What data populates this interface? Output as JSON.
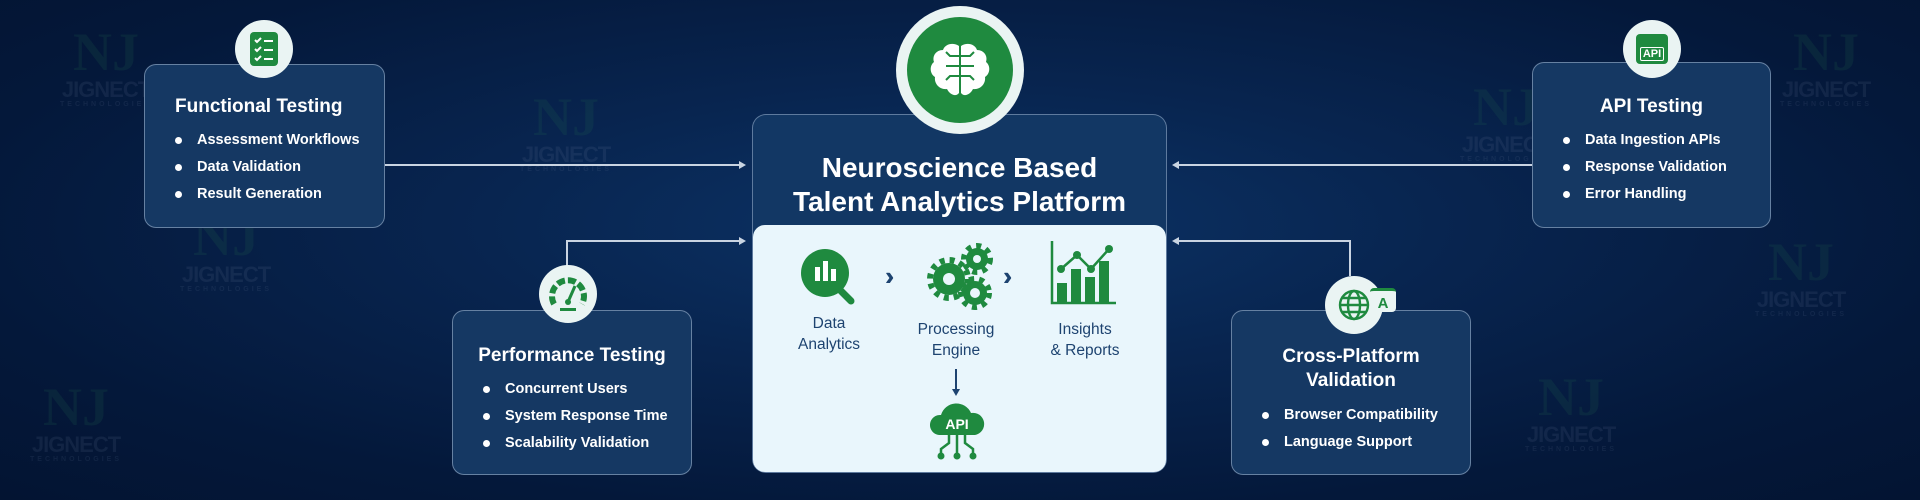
{
  "watermark": {
    "brand": "JIGNECT",
    "sub": "TECHNOLOGIES"
  },
  "center": {
    "title_line1": "Neuroscience Based",
    "title_line2": "Talent Analytics Platform",
    "steps": [
      {
        "label_line1": "Data",
        "label_line2": "Analytics"
      },
      {
        "label_line1": "Processing",
        "label_line2": "Engine"
      },
      {
        "label_line1": "Insights",
        "label_line2": "& Reports"
      }
    ],
    "api_label": "API"
  },
  "cards": {
    "functional": {
      "title": "Functional Testing",
      "items": [
        "Assessment Workflows",
        "Data Validation",
        "Result Generation"
      ]
    },
    "performance": {
      "title": "Performance Testing",
      "items": [
        "Concurrent Users",
        "System Response Time",
        "Scalability Validation"
      ]
    },
    "api": {
      "title": "API Testing",
      "icon_label": "API",
      "items": [
        "Data Ingestion APIs",
        "Response Validation",
        "Error Handling"
      ]
    },
    "cross": {
      "title_line1": "Cross-Platform",
      "title_line2": "Validation",
      "icon_label": "A",
      "items": [
        "Browser Compatibility",
        "Language Support"
      ]
    }
  },
  "colors": {
    "green": "#1f8a3f",
    "navy": "#153863",
    "panel": "#e9f6fc"
  }
}
